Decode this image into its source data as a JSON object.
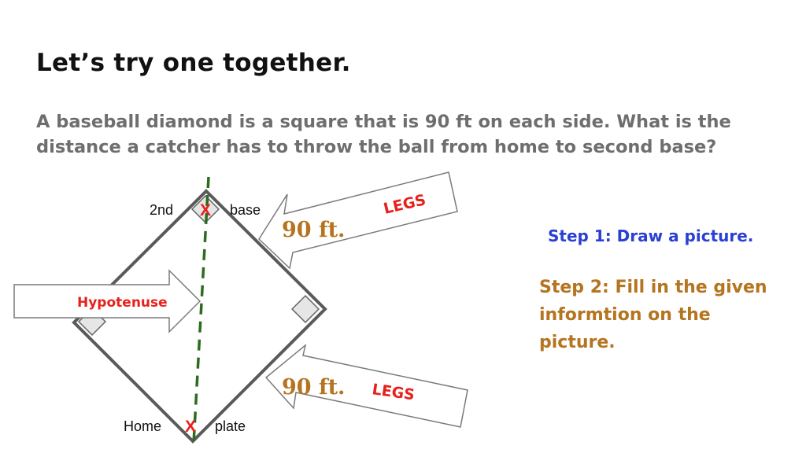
{
  "slide": {
    "title": "Let’s try one together.",
    "problem": "A baseball diamond is a square that is 90 ft on each side.  What is the distance a catcher has to throw the ball from home to second base?"
  },
  "diagram": {
    "second_base_left": "2nd",
    "second_base_right": "base",
    "home_left": "Home",
    "home_right": "plate",
    "x_mark": "X",
    "hypotenuse_label": "Hypotenuse",
    "legs_label": "LEGS",
    "length_label": "90 ft."
  },
  "steps": {
    "step1": "Step 1: Draw a picture.",
    "step2": "Step 2: Fill in the given informtion on the picture."
  },
  "colors": {
    "hypotenuse_line": "#2e6b1f",
    "accent_red": "#e8201c",
    "step1_blue": "#2a3fd4",
    "step2_brown": "#b5741f"
  }
}
